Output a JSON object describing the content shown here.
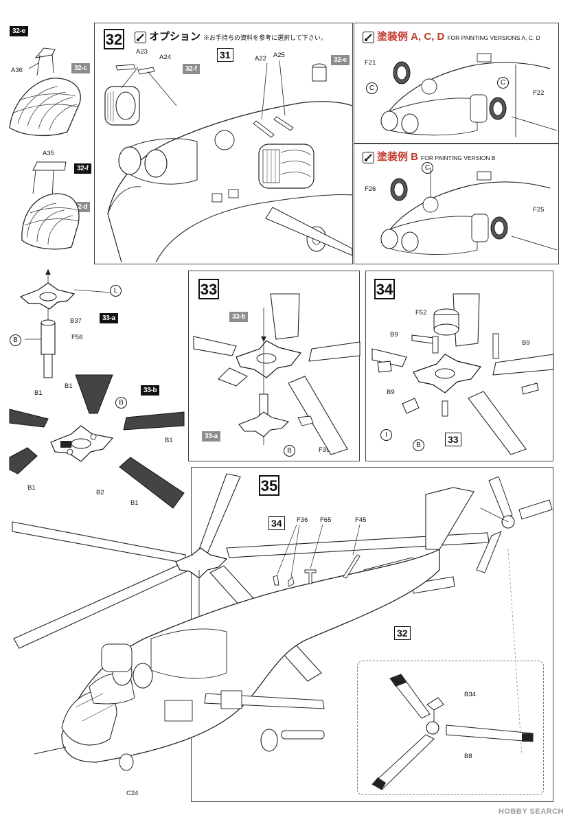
{
  "step_32": {
    "number": "32",
    "title_jp": "オプション",
    "note_jp": "※お手持ちの資料を参考に選択して下さい。",
    "sub_ref": "31",
    "parts": [
      "A23",
      "A24",
      "A22",
      "A25"
    ],
    "tags": [
      "32-f",
      "32-e"
    ]
  },
  "painting_acd": {
    "title_jp": "塗装例 A, C, D",
    "title_en": "FOR PAINTING VERSIONS A, C, D",
    "parts": [
      "F21",
      "F22"
    ],
    "circle": "C"
  },
  "painting_b": {
    "title_jp": "塗装例 B",
    "title_en": "FOR PAINTING VERSION B",
    "parts": [
      "F26",
      "F25"
    ],
    "circle": "C"
  },
  "side_32e": {
    "tag": "32-e",
    "subtag": "32-c",
    "part": "A36"
  },
  "side_32f": {
    "tag": "32-f",
    "subtag": "32-d",
    "part": "A35"
  },
  "side_33a": {
    "tag": "33-a",
    "parts": [
      "B37",
      "F56"
    ],
    "circles": [
      "L",
      "B"
    ]
  },
  "side_33b": {
    "tag": "33-b",
    "parts": [
      "B1",
      "B1",
      "B1",
      "B1",
      "B1",
      "B2"
    ],
    "circle": "B"
  },
  "step_33": {
    "number": "33",
    "tags": [
      "33-b",
      "33-a"
    ],
    "part": "F35",
    "circle": "B"
  },
  "step_34": {
    "number": "34",
    "parts": [
      "F52",
      "B9",
      "B9",
      "B9"
    ],
    "circles": [
      "I",
      "B"
    ],
    "sub_ref": "33"
  },
  "step_35": {
    "number": "35",
    "sub_ref_a": "34",
    "sub_ref_b": "32",
    "parts": [
      "F36",
      "F65",
      "F45",
      "B34",
      "B8",
      "C24"
    ]
  },
  "watermark": "HOBBY SEARCH"
}
